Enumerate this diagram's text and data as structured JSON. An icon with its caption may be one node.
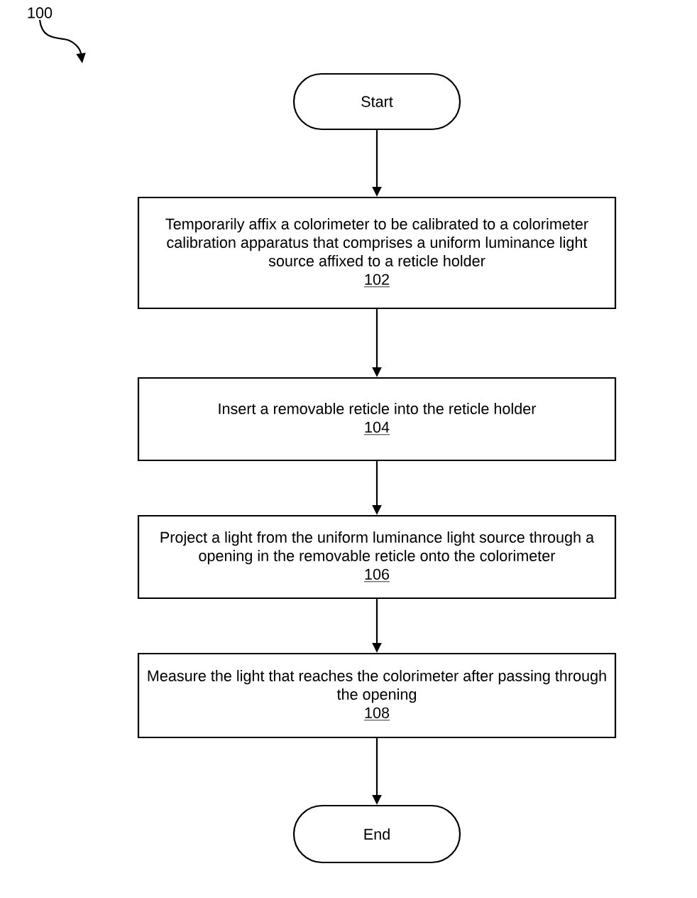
{
  "diagram": {
    "nodes": [
      {
        "text": [
          "100"
        ]
      },
      {
        "text": [
          "Start"
        ]
      },
      {
        "text": [
          "Temporarily affix a colorimeter to be calibrated to a colorimeter calibration apparatus that comprises a uniform luminance light source affixed to a reticle holder",
          "102"
        ]
      },
      {
        "text": [
          "Insert a removable reticle into the reticle holder",
          "104"
        ]
      },
      {
        "text": [
          "Project a light from the uniform luminance light source through a opening in the removable reticle onto the colorimeter",
          "106"
        ]
      },
      {
        "text": [
          "Measure the light that reaches the colorimeter after passing through the opening",
          "108"
        ]
      },
      {
        "text": [
          "End"
        ]
      }
    ],
    "edges": [
      {
        "from": 0,
        "to": null,
        "arrow": "to"
      },
      {
        "from": 1,
        "to": 2,
        "arrow": "to"
      },
      {
        "from": 2,
        "to": 3,
        "arrow": "to"
      },
      {
        "from": 3,
        "to": 4,
        "arrow": "to"
      },
      {
        "from": 4,
        "to": 5,
        "arrow": "to"
      },
      {
        "from": 5,
        "to": 6,
        "arrow": "to"
      }
    ]
  }
}
